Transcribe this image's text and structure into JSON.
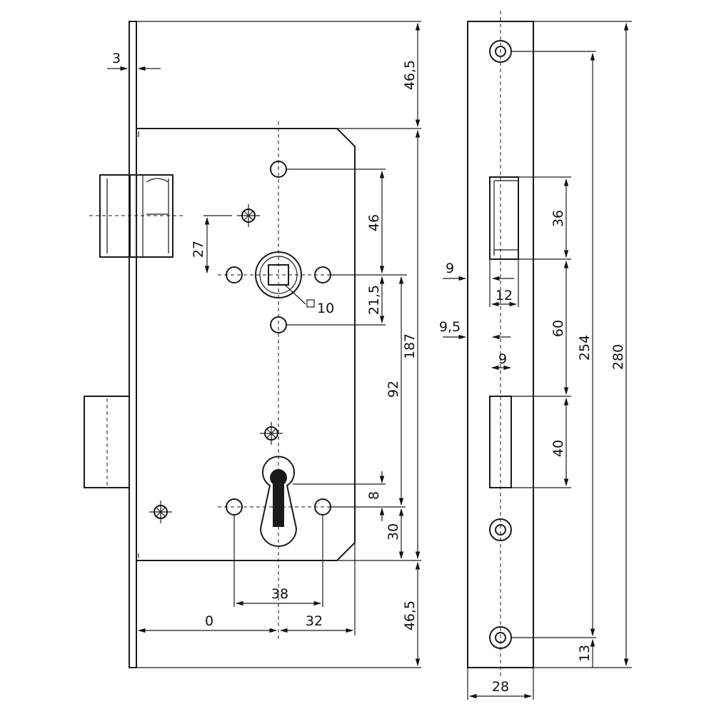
{
  "dimensions": {
    "plate_thickness": "3",
    "top_offset": "46,5",
    "bottom_offset": "46,5",
    "body_height": "187",
    "spindle_to_screw": "46",
    "spindle_to_hole": "21,5",
    "follower_offset": "27",
    "spindle_square": "10",
    "spindle_to_cylinder": "92",
    "cylinder_upper": "8",
    "cylinder_lower": "30",
    "cylinder_screw_spacing": "38",
    "backset": "0",
    "backset_half": "32",
    "strike_opening_1": "36",
    "strike_gap": "60",
    "strike_opening_2": "40",
    "strike_total": "254",
    "strike_plate_height": "280",
    "strike_bottom": "13",
    "strike_width": "28",
    "strike_depth_1": "9",
    "strike_opening_width": "12",
    "strike_offset": "9,5",
    "strike_depth_2": "9"
  }
}
